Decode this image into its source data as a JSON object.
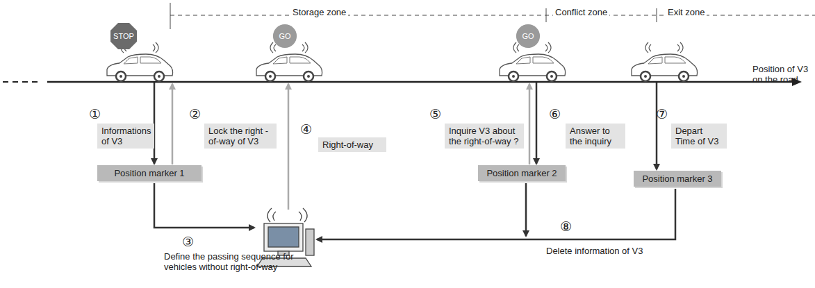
{
  "diagram": {
    "nodes": [
      {
        "text": [
          "STOP"
        ]
      },
      {
        "text": [
          "GO"
        ]
      },
      {
        "text": [
          "GO"
        ]
      },
      {
        "text": [
          "Informations of V3"
        ]
      },
      {
        "text": [
          "Lock the right -of-way of V3"
        ]
      },
      {
        "text": [
          "Right-of-way"
        ]
      },
      {
        "text": [
          "Inquire V3 about the right-of-way ?"
        ]
      },
      {
        "text": [
          "Answer to the inquiry"
        ]
      },
      {
        "text": [
          "Depart Time of V3"
        ]
      },
      {
        "text": [
          "Position marker 1"
        ]
      },
      {
        "text": [
          "Position marker 2"
        ]
      },
      {
        "text": [
          "Position marker 3"
        ]
      }
    ],
    "labels": [
      "Storage zone",
      "Conflict zone",
      "Exit zone",
      "Position of V3 on the road",
      "①",
      "②",
      "④",
      "⑤",
      "⑥",
      "⑦",
      "③",
      "Define the passing sequence for vehicles without right-of-way",
      "⑧",
      "Delete information of V3"
    ]
  }
}
